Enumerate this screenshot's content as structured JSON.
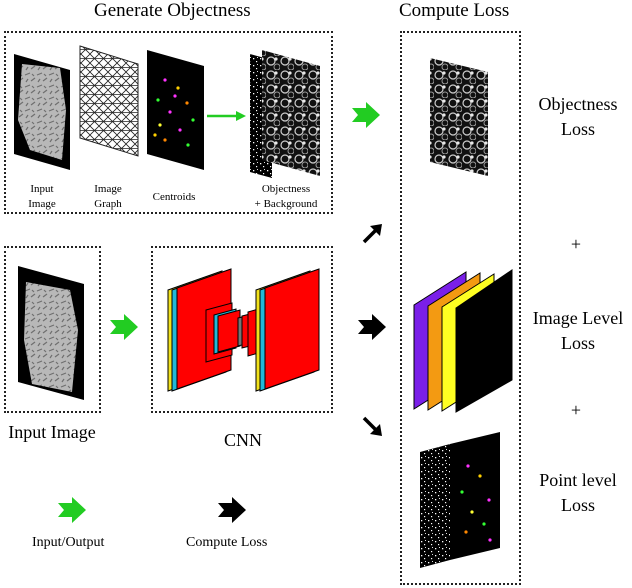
{
  "headings": {
    "generate_objectness": "Generate Objectness",
    "compute_loss": "Compute Loss"
  },
  "top_panel": {
    "input_image": [
      "Input",
      "Image"
    ],
    "image_graph": [
      "Image",
      "Graph"
    ],
    "centroids": "Centroids",
    "objectness": [
      "Objectness",
      "+ Background"
    ]
  },
  "middle_panel": {
    "input_image": "Input Image",
    "cnn": "CNN"
  },
  "losses": {
    "objectness": [
      "Objectness",
      "Loss"
    ],
    "plus_1": "+",
    "image_level": [
      "Image Level",
      "Loss"
    ],
    "plus_2": "+",
    "point_level": [
      "Point level",
      "Loss"
    ]
  },
  "legend": {
    "input_output": "Input/Output",
    "compute_loss": "Compute Loss"
  },
  "colors": {
    "green_arrow": "#22cc22",
    "black_arrow": "#000000",
    "cnn_red": "#ff0000",
    "cnn_cyan": "#22b8d8",
    "cnn_yellow": "#f2e21c",
    "feature_purple": "#7a1fe8",
    "feature_orange": "#f39a12",
    "feature_yellow": "#ffff22",
    "feature_black": "#000000"
  }
}
